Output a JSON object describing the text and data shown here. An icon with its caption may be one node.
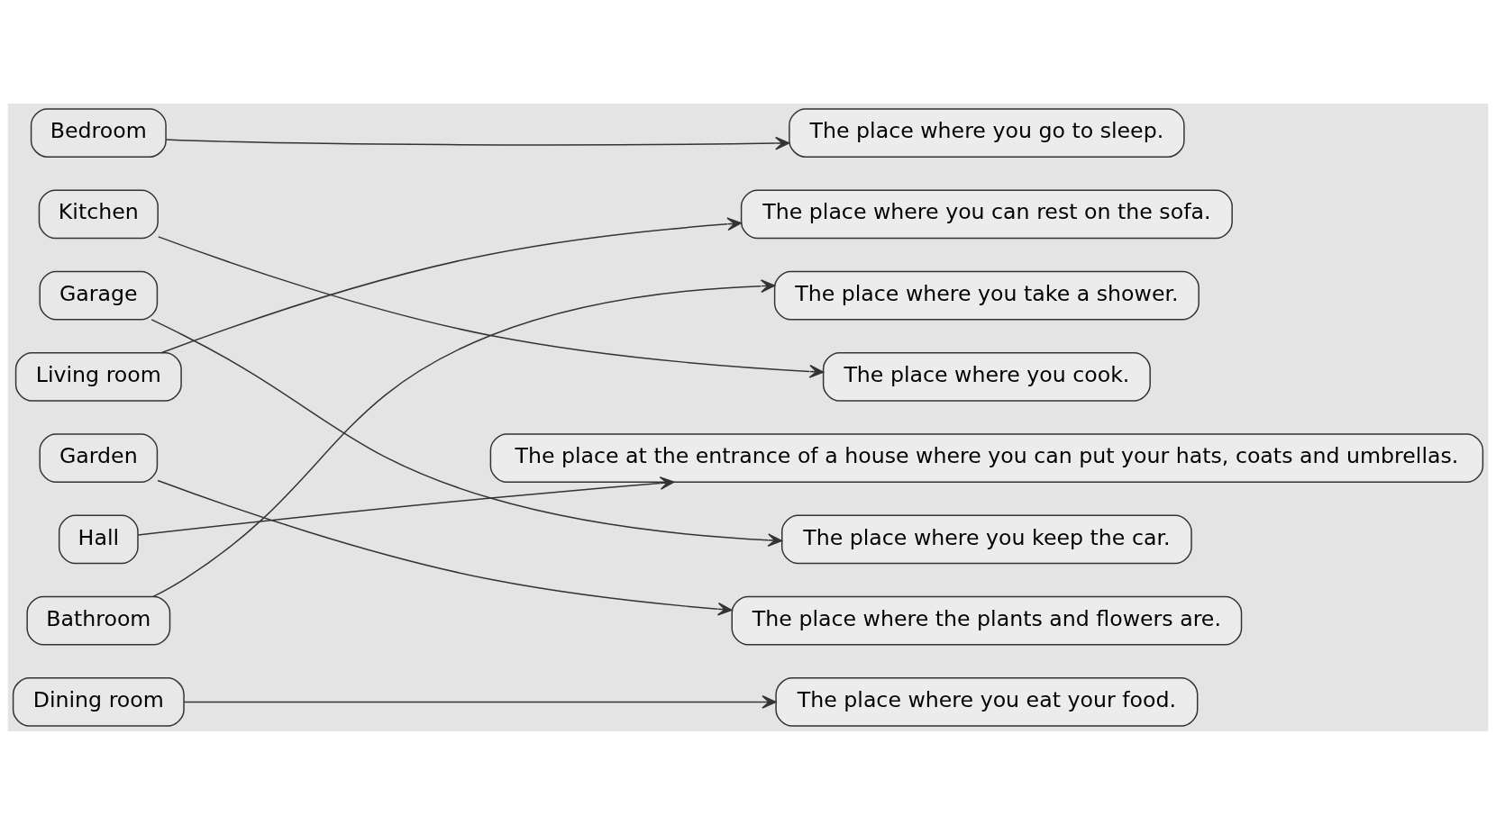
{
  "diagram": {
    "nodes": [
      {
        "text": [
          "Bedroom"
        ]
      },
      {
        "text": [
          "Kitchen"
        ]
      },
      {
        "text": [
          "Garage"
        ]
      },
      {
        "text": [
          "Living room"
        ]
      },
      {
        "text": [
          "Garden"
        ]
      },
      {
        "text": [
          "Hall"
        ]
      },
      {
        "text": [
          "Bathroom"
        ]
      },
      {
        "text": [
          "Dining room"
        ]
      },
      {
        "text": [
          "The place where you go to sleep."
        ]
      },
      {
        "text": [
          "The place where you can rest on the sofa."
        ]
      },
      {
        "text": [
          "The place where you take a shower."
        ]
      },
      {
        "text": [
          "The place where you cook."
        ]
      },
      {
        "text": [
          "The place at the entrance of a house where you can put your hats, coats and umbrellas."
        ]
      },
      {
        "text": [
          "The place where you keep the car."
        ]
      },
      {
        "text": [
          "The place where the plants and flowers are."
        ]
      },
      {
        "text": [
          "The place where you eat your food."
        ]
      }
    ],
    "edges": [
      {
        "from": 0,
        "to": 8,
        "arrow": "to"
      },
      {
        "from": 1,
        "to": 11,
        "arrow": "to"
      },
      {
        "from": 2,
        "to": 13,
        "arrow": "to"
      },
      {
        "from": 3,
        "to": 9,
        "arrow": "to"
      },
      {
        "from": 4,
        "to": 14,
        "arrow": "to"
      },
      {
        "from": 5,
        "to": 12,
        "arrow": "to"
      },
      {
        "from": 6,
        "to": 10,
        "arrow": "to"
      },
      {
        "from": 7,
        "to": 15,
        "arrow": "to"
      }
    ]
  }
}
